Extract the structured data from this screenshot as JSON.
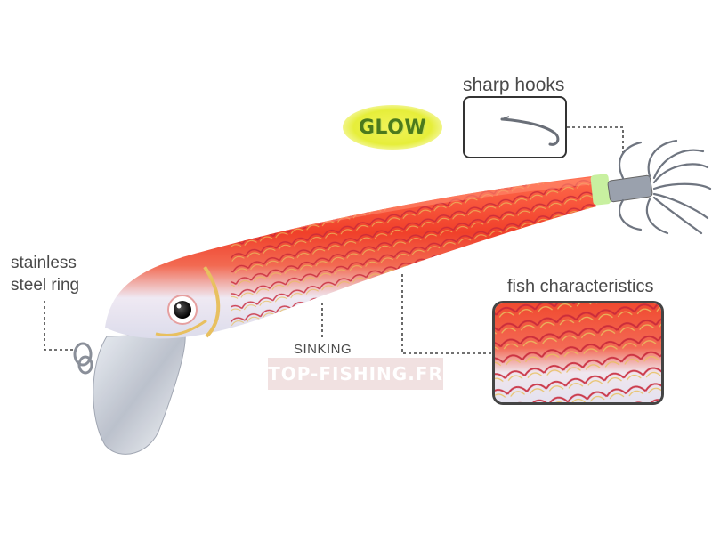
{
  "labels": {
    "sharp_hooks": "sharp hooks",
    "fish_characteristics": "fish characteristics",
    "stainless_line1": "stainless",
    "stainless_line2": "steel ring",
    "sinking": "SINKING"
  },
  "badge": {
    "glow": "GLOW"
  },
  "watermark": "TOP-FISHING.FR",
  "colors": {
    "lure_body": "#f0402a",
    "lure_belly": "#eaeaf4",
    "scale_accent": "#e8c060",
    "glow_badge": "#e6ee3a",
    "glow_text": "#4c7a1c"
  }
}
